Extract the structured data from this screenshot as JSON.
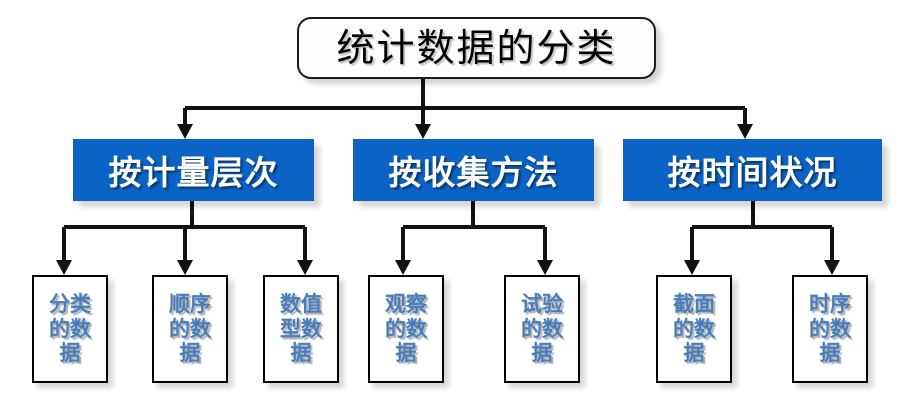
{
  "diagram": {
    "title": "统计数据的分类",
    "type": "tree-hierarchy",
    "colors": {
      "category_fill": "#0b63c5",
      "category_text": "#ffffff",
      "leaf_text": "#4a7ebb",
      "leaf_fill": "#ffffff",
      "title_text": "#000000",
      "connector": "#111111",
      "background": "#ffffff"
    },
    "root": {
      "label": "统计数据的分类"
    },
    "categories": [
      {
        "id": "cat-0",
        "label": "按计量层次",
        "children": [
          {
            "id": "leaf-0",
            "label": "分类的数据",
            "lines": [
              "分类",
              "的数",
              "据"
            ]
          },
          {
            "id": "leaf-1",
            "label": "顺序的数据",
            "lines": [
              "顺序",
              "的数",
              "据"
            ]
          },
          {
            "id": "leaf-2",
            "label": "数值型数据",
            "lines": [
              "数值",
              "型数",
              "据"
            ]
          }
        ]
      },
      {
        "id": "cat-1",
        "label": "按收集方法",
        "children": [
          {
            "id": "leaf-3",
            "label": "观察的数据",
            "lines": [
              "观察",
              "的数",
              "据"
            ]
          },
          {
            "id": "leaf-4",
            "label": "试验的数据",
            "lines": [
              "试验",
              "的数",
              "据"
            ]
          }
        ]
      },
      {
        "id": "cat-2",
        "label": "按时间状况",
        "children": [
          {
            "id": "leaf-5",
            "label": "截面的数据",
            "lines": [
              "截面",
              "的数",
              "据"
            ]
          },
          {
            "id": "leaf-6",
            "label": "时序的数据",
            "lines": [
              "时序",
              "的数",
              "据"
            ]
          }
        ]
      }
    ]
  }
}
